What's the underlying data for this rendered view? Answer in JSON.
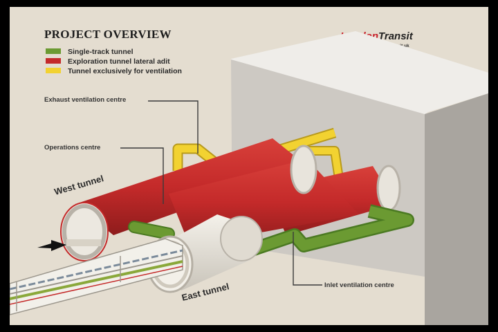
{
  "title": "PROJECT OVERVIEW",
  "brand": {
    "name_part1": "London",
    "name_part2": "Transit",
    "url": "www.londontransit.uk"
  },
  "legend": [
    {
      "label": "Single-track tunnel",
      "color": "#6b9a32"
    },
    {
      "label": "Exploration tunnel lateral adit",
      "color": "#c42a2a"
    },
    {
      "label": "Tunnel exclusively for ventilation",
      "color": "#f2d231"
    }
  ],
  "callouts": {
    "exhaust": "Exhaust ventilation centre",
    "operations": "Operations centre",
    "inlet": "Inlet ventilation centre"
  },
  "tunnels": {
    "west": "West tunnel",
    "east": "East tunnel"
  },
  "colors": {
    "background": "#e4ddd0",
    "block": "#cdc9c3",
    "train_stripe": "#8aa83a"
  }
}
